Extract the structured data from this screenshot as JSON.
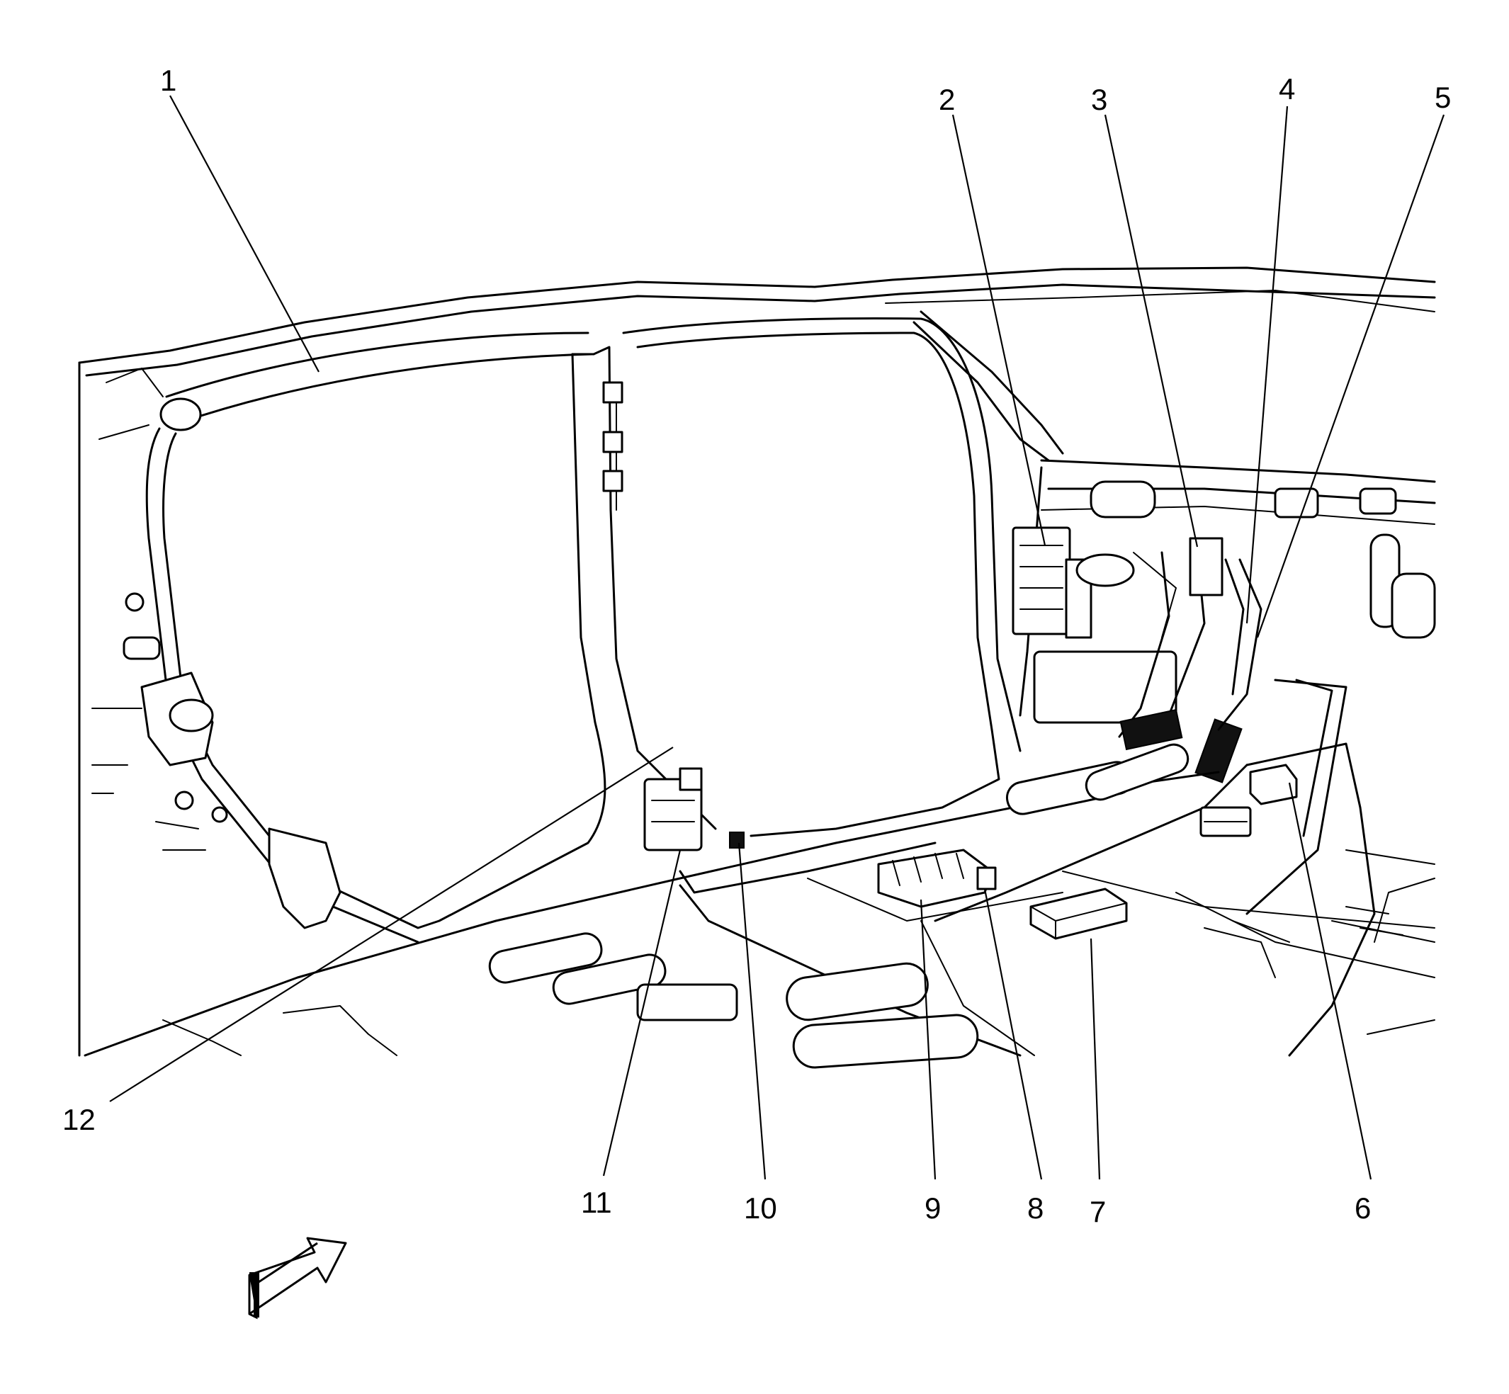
{
  "callouts": [
    {
      "id": "1",
      "label": "1"
    },
    {
      "id": "2",
      "label": "2"
    },
    {
      "id": "3",
      "label": "3"
    },
    {
      "id": "4",
      "label": "4"
    },
    {
      "id": "5",
      "label": "5"
    },
    {
      "id": "6",
      "label": "6"
    },
    {
      "id": "7",
      "label": "7"
    },
    {
      "id": "8",
      "label": "8"
    },
    {
      "id": "9",
      "label": "9"
    },
    {
      "id": "10",
      "label": "10"
    },
    {
      "id": "11",
      "label": "11"
    },
    {
      "id": "12",
      "label": "12"
    }
  ],
  "direction_indicator": "forward-arrow-icon"
}
